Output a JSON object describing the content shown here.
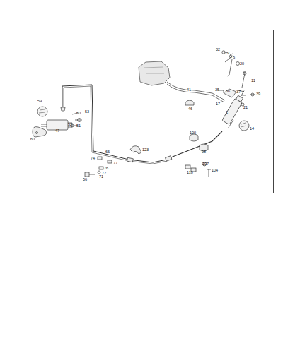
{
  "diagram": {
    "labels": [
      "32",
      "29",
      "9",
      "20",
      "11",
      "41",
      "35",
      "36",
      "39",
      "37",
      "17",
      "21",
      "46",
      "1",
      "14",
      "59",
      "50",
      "53",
      "52",
      "51",
      "47",
      "60",
      "66",
      "123",
      "100",
      "98",
      "74",
      "77",
      "76",
      "72",
      "71",
      "56",
      "110",
      "107",
      "104"
    ]
  }
}
